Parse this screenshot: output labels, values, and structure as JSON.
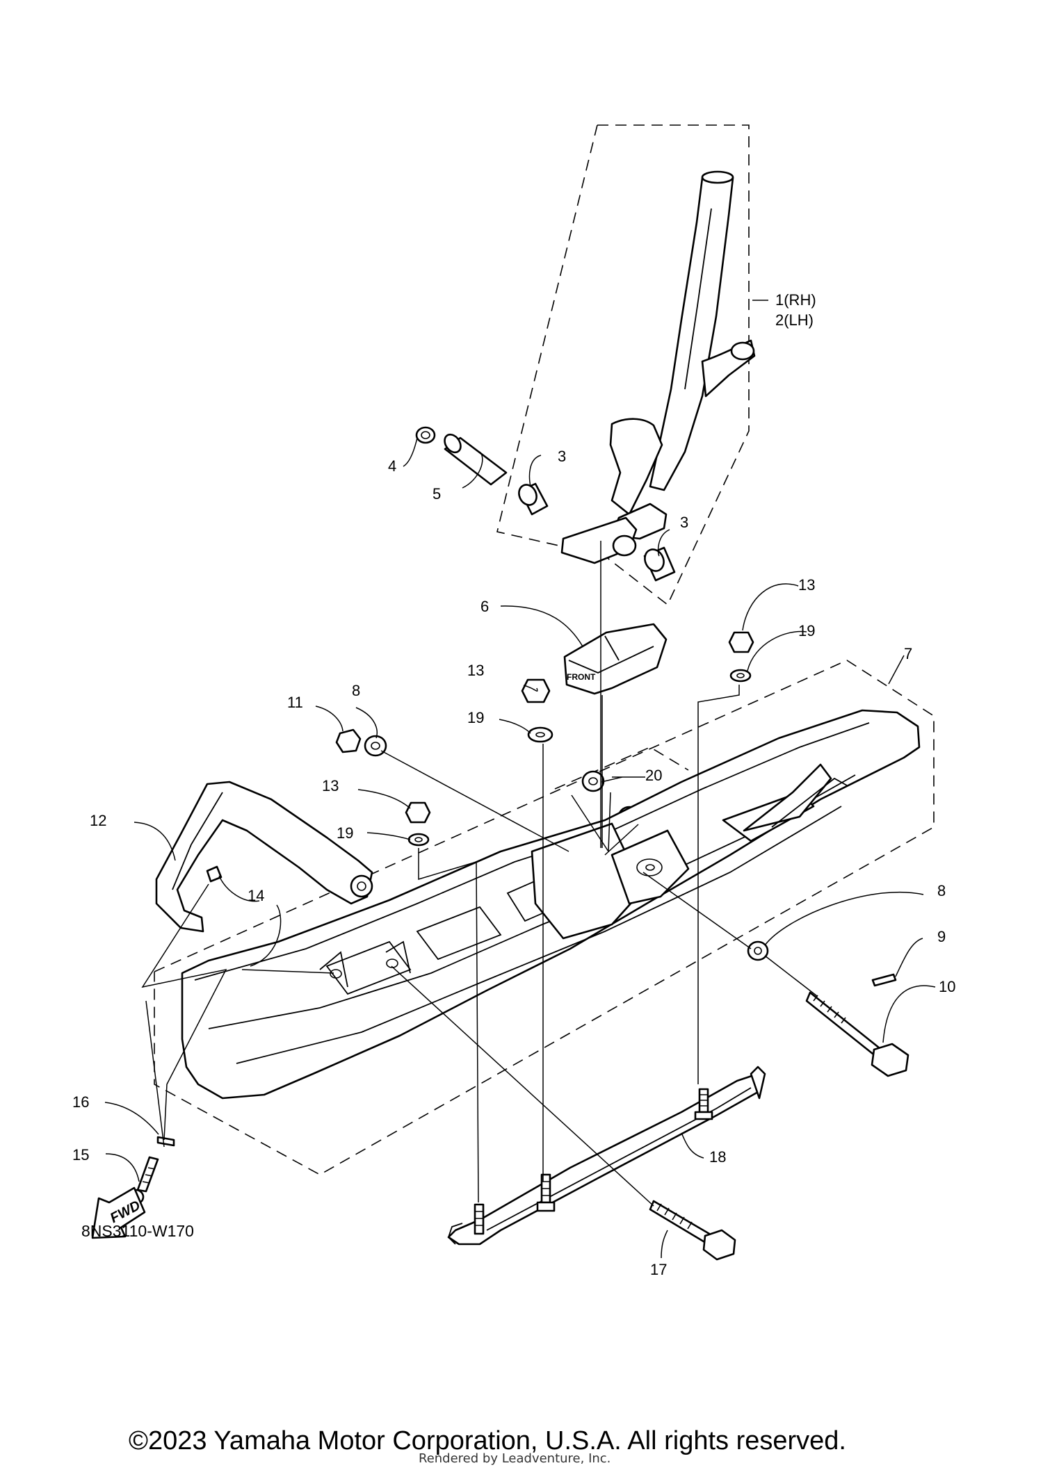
{
  "diagram": {
    "code": "8NS3110-W170",
    "copyright": "©2023 Yamaha Motor Corporation, U.S.A. All rights reserved.",
    "rendered_by": "Rendered by Leadventure, Inc.",
    "fwd_label": "FWD",
    "bracket_label_front": "FRONT",
    "callouts": {
      "c1": "1(RH)",
      "c2": "2(LH)",
      "c3a": "3",
      "c3b": "3",
      "c4": "4",
      "c5": "5",
      "c6": "6",
      "c7": "7",
      "c8a": "8",
      "c8b": "8",
      "c9": "9",
      "c10": "10",
      "c11": "11",
      "c12": "12",
      "c13a": "13",
      "c13b": "13",
      "c13c": "13",
      "c14": "14",
      "c15": "15",
      "c16": "16",
      "c17": "17",
      "c18": "18",
      "c19a": "19",
      "c19b": "19",
      "c19c": "19",
      "c20": "20"
    }
  }
}
